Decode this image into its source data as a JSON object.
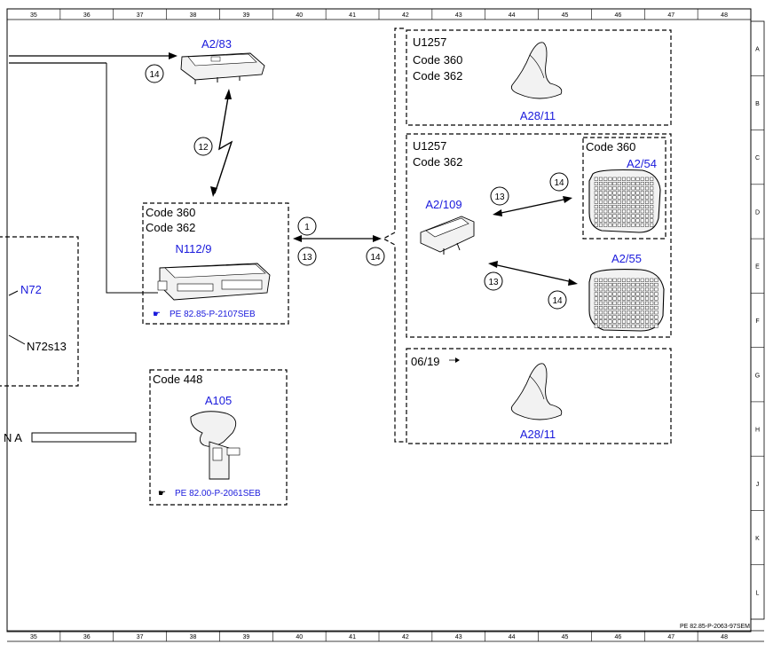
{
  "grid": {
    "columns": [
      "35",
      "36",
      "37",
      "38",
      "39",
      "40",
      "41",
      "42",
      "43",
      "44",
      "45",
      "46",
      "47",
      "48"
    ],
    "rows": [
      "A",
      "B",
      "C",
      "D",
      "E",
      "F",
      "G",
      "H",
      "J",
      "K",
      "L"
    ]
  },
  "components": {
    "a2_83": "A2/83",
    "n112_9": "N112/9",
    "a105": "A105",
    "a28_11_top": "A28/11",
    "a2_109": "A2/109",
    "a2_54": "A2/54",
    "a2_55": "A2/55",
    "a28_11_bottom": "A28/11",
    "n72": "N72",
    "n72s13": "N72s13"
  },
  "boxes": {
    "n112_code1": "Code 360",
    "n112_code2": "Code 362",
    "a105_code": "Code 448",
    "u1257_top_title": "U1257",
    "u1257_top_code1": "Code 360",
    "u1257_top_code2": "Code 362",
    "u1257_mid_title": "U1257",
    "u1257_mid_code": "Code 362",
    "a2_54_code": "Code 360",
    "bottom_date": "06/19"
  },
  "refs": {
    "n112_ref": "PE 82.85-P-2107SEB",
    "a105_ref": "PE 82.00-P-2061SEB"
  },
  "circle_labels": {
    "c14_a": "14",
    "c12": "12",
    "c1": "1",
    "c13_a": "13",
    "c14_b": "14",
    "c13_b": "13",
    "c14_c": "14",
    "c13_c": "13",
    "c14_d": "14"
  },
  "left_partial_text": "N A",
  "footer_code": "PE 82.85-P-2063-97SEM",
  "colors": {
    "label_blue": "#1a1adc",
    "line": "#000000"
  }
}
